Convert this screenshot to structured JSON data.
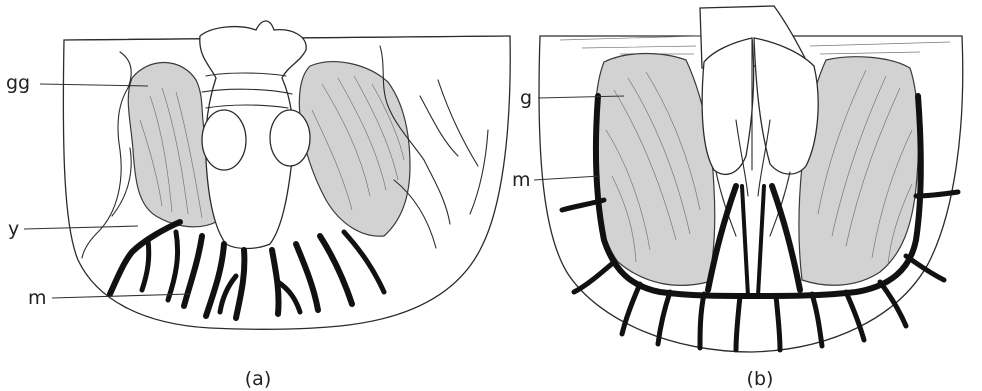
{
  "panels": [
    {
      "caption": "(a)",
      "labels": [
        "gg",
        "y",
        "m"
      ]
    },
    {
      "caption": "(b)",
      "labels": [
        "g",
        "m"
      ]
    }
  ],
  "colors": {
    "gonad_fill": "#d2d2d2",
    "canal": "#111111",
    "outline": "#2b2b2b"
  }
}
